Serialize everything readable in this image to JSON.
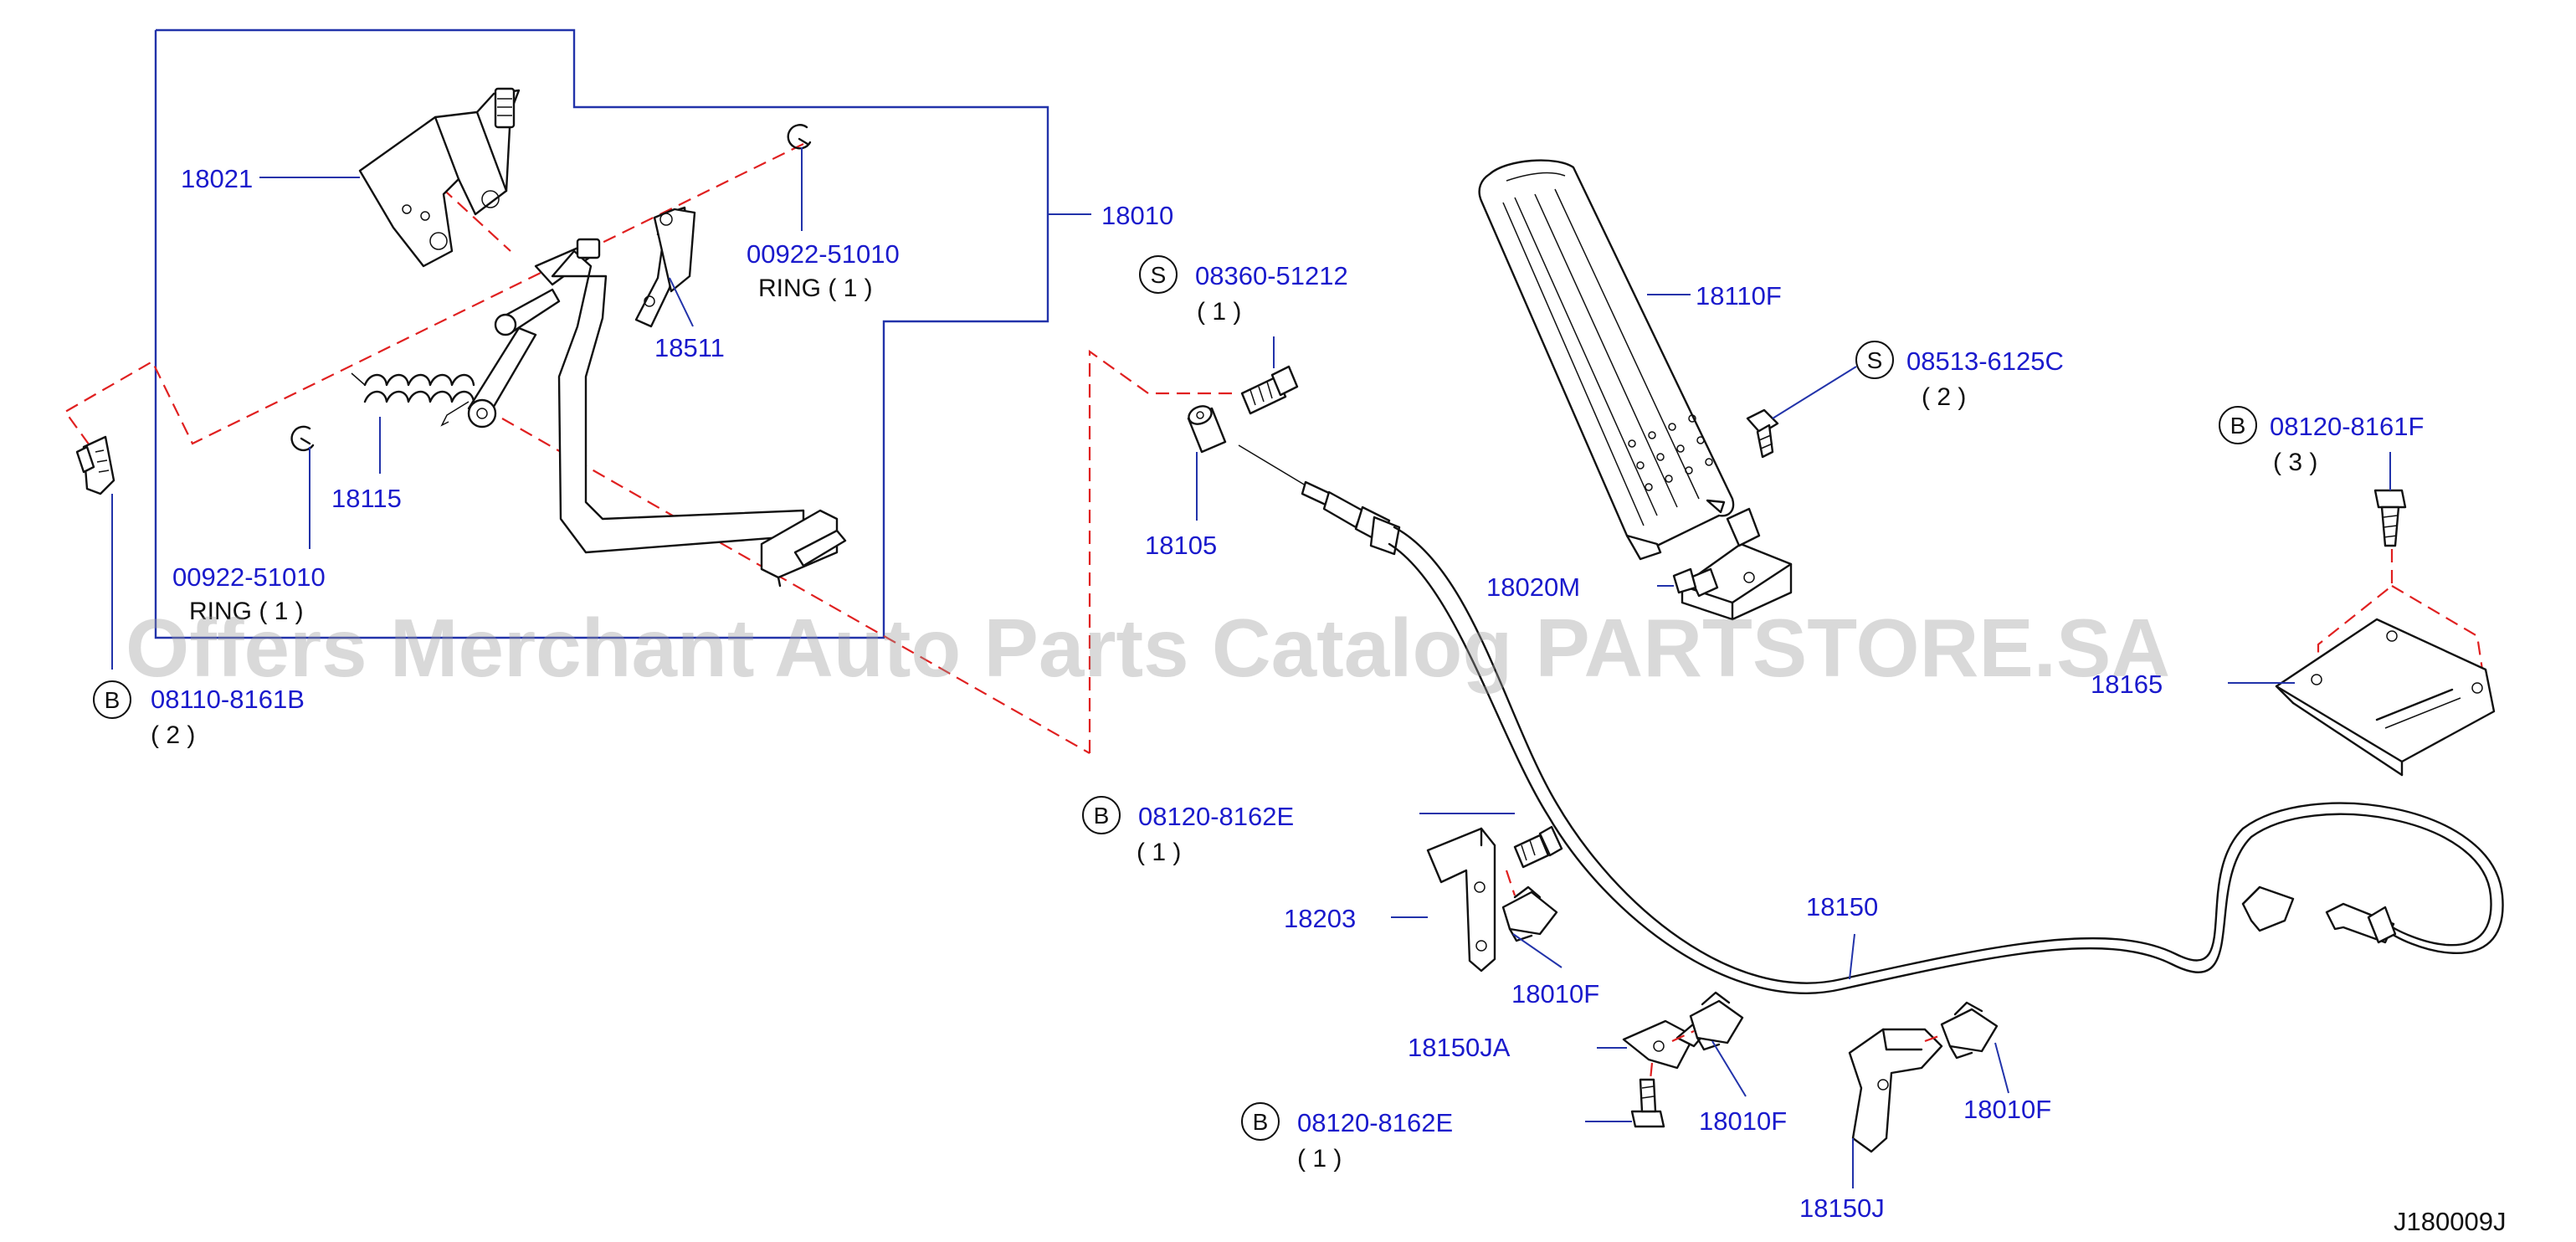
{
  "diagram": {
    "figure_code": "J180009J",
    "watermark": "Offers Merchant Auto Parts Catalog PARTSTORE.SA",
    "parts": [
      {
        "key": "p18021",
        "number": "18021"
      },
      {
        "key": "p18010",
        "number": "18010"
      },
      {
        "key": "p00922a",
        "number": "00922-51010",
        "qty": "RING ( 1 )"
      },
      {
        "key": "p18511",
        "number": "18511"
      },
      {
        "key": "p18115",
        "number": "18115"
      },
      {
        "key": "p00922b",
        "number": "00922-51010",
        "qty": "RING ( 1 )"
      },
      {
        "key": "p08110",
        "prefix": "B",
        "number": "08110-8161B",
        "qty": "( 2 )"
      },
      {
        "key": "p08360",
        "prefix": "S",
        "number": "08360-51212",
        "qty": "( 1 )"
      },
      {
        "key": "p18105",
        "number": "18105"
      },
      {
        "key": "p18110F",
        "number": "18110F"
      },
      {
        "key": "p08513",
        "prefix": "S",
        "number": "08513-6125C",
        "qty": "( 2 )"
      },
      {
        "key": "p08120F",
        "prefix": "B",
        "number": "08120-8161F",
        "qty": "( 3 )"
      },
      {
        "key": "p18020M",
        "number": "18020M"
      },
      {
        "key": "p18165",
        "number": "18165"
      },
      {
        "key": "p08120Ea",
        "prefix": "B",
        "number": "08120-8162E",
        "qty": "( 1 )"
      },
      {
        "key": "p18203",
        "number": "18203"
      },
      {
        "key": "p18150",
        "number": "18150"
      },
      {
        "key": "p18010Fa",
        "number": "18010F"
      },
      {
        "key": "p18150JA",
        "number": "18150JA"
      },
      {
        "key": "p18010Fb",
        "number": "18010F"
      },
      {
        "key": "p18010Fc",
        "number": "18010F"
      },
      {
        "key": "p08120Eb",
        "prefix": "B",
        "number": "08120-8162E",
        "qty": "( 1 )"
      },
      {
        "key": "p18150J",
        "number": "18150J"
      }
    ]
  }
}
